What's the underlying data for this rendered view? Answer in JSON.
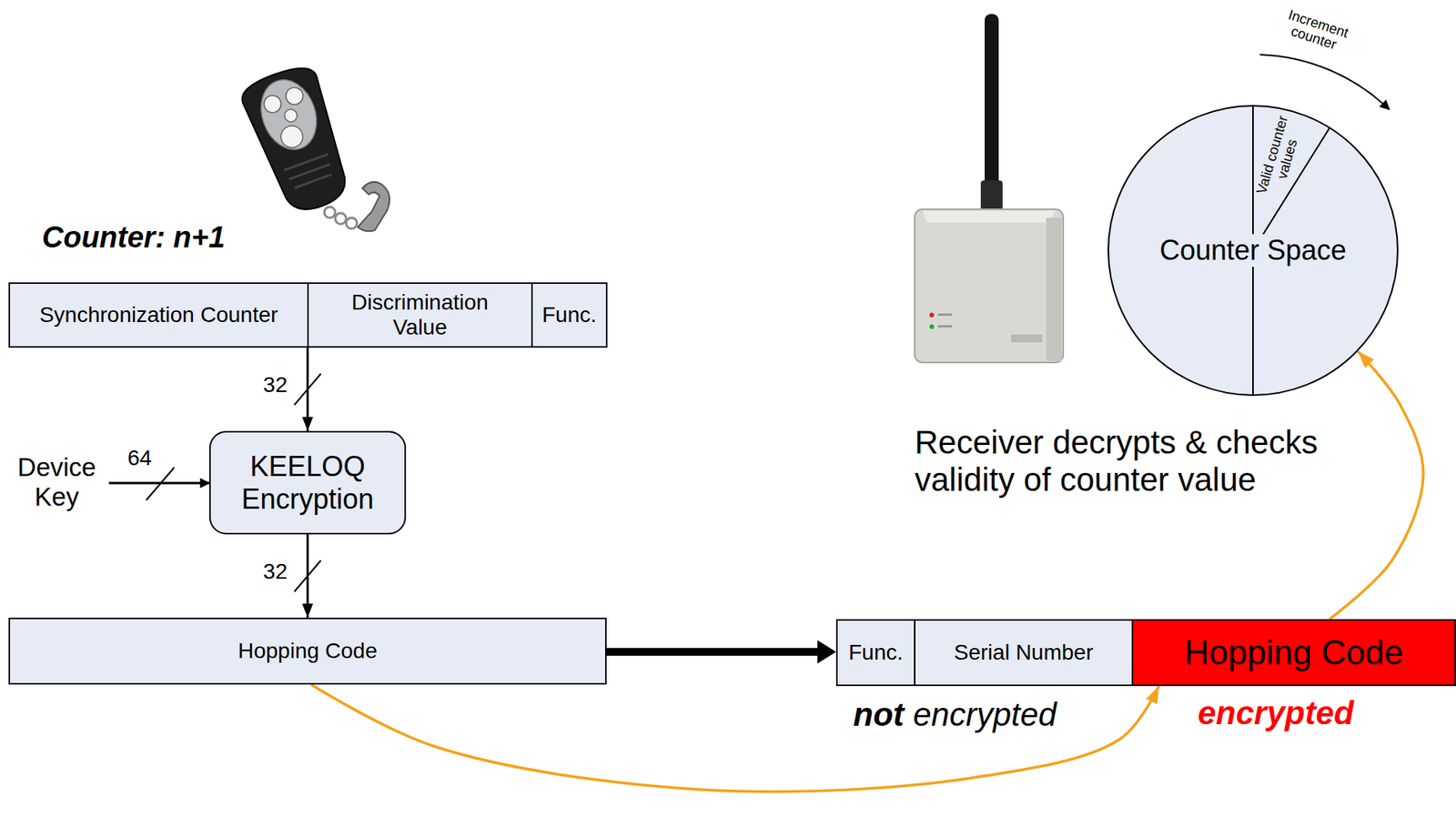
{
  "diagram": {
    "nodes": [
      {
        "text": [
          "Synchronization Counter"
        ]
      },
      {
        "text": [
          "Discrimination Value"
        ]
      },
      {
        "text": [
          "Func."
        ]
      },
      {
        "text": [
          "KEELOQ Encryption"
        ]
      },
      {
        "text": [
          "Hopping Code"
        ]
      },
      {
        "text": [
          "Func."
        ]
      },
      {
        "text": [
          "Serial Number"
        ]
      },
      {
        "text": [
          "Hopping Code"
        ]
      },
      {
        "text": [
          "Counter Space",
          "Valid counter values"
        ]
      }
    ],
    "edges": [
      {
        "from": 0,
        "to": 3,
        "arrow": "to",
        "label": "32"
      },
      {
        "from": 3,
        "to": 4,
        "arrow": "to",
        "label": "32"
      },
      {
        "from": 4,
        "to": 5,
        "arrow": "to"
      },
      {
        "from": 4,
        "to": 7,
        "arrow": "to"
      },
      {
        "from": 7,
        "to": 8,
        "arrow": "to"
      }
    ],
    "labels": [
      "Counter: n+1",
      "Device Key",
      "64",
      "Receiver decrypts & checks validity of counter value",
      "not encrypted",
      "encrypted",
      "Increment counter"
    ]
  }
}
